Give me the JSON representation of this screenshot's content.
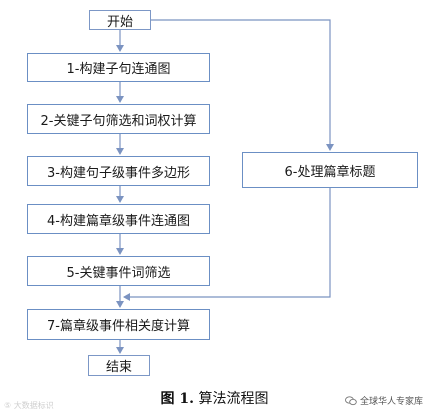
{
  "nodes": {
    "start": "开始",
    "step1": "1-构建子句连通图",
    "step2": "2-关键子句筛选和词权计算",
    "step3": "3-构建句子级事件多边形",
    "step4": "4-构建篇章级事件连通图",
    "step5": "5-关键事件词筛选",
    "step6": "6-处理篇章标题",
    "step7": "7-篇章级事件相关度计算",
    "end": "结束"
  },
  "caption": {
    "figure_label": "图 1.",
    "title": "算法流程图"
  },
  "watermarks": {
    "left": "⑤ 大数据标识",
    "right": "全球华人专家库"
  },
  "colors": {
    "box_border": "#6b8fc4",
    "arrow": "#7b93c1"
  }
}
